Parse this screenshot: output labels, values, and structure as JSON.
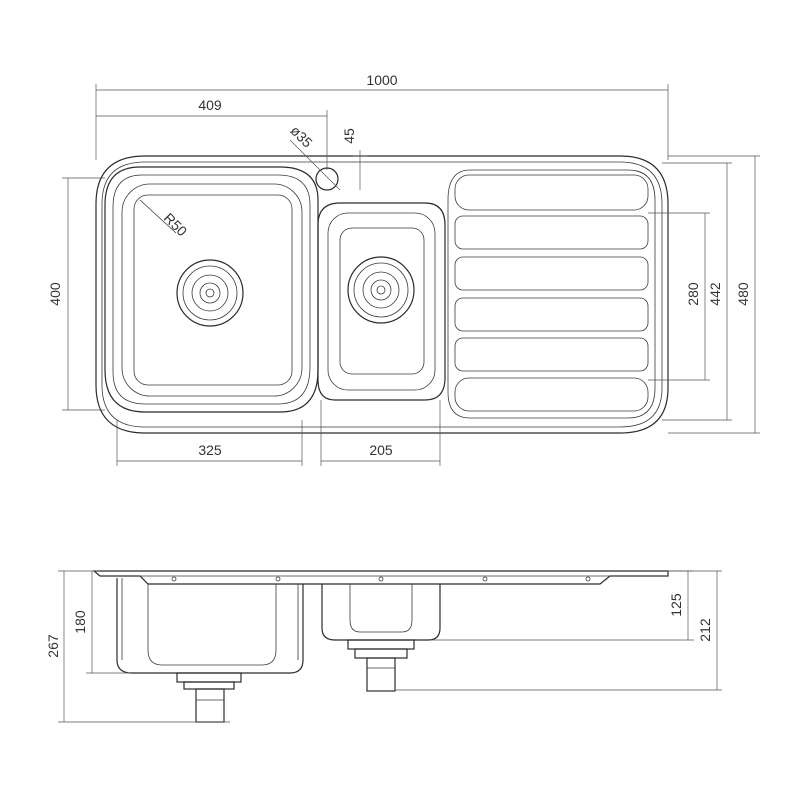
{
  "dimensions": {
    "overall_width": "1000",
    "tap_offset": "409",
    "tap_diameter": "ø35",
    "tap_from_back": "45",
    "corner_radius": "R50",
    "bowl_depth_front": "400",
    "bowl_large_width": "325",
    "bowl_small_width": "205",
    "drainer_length": "280",
    "inner_length": "442",
    "overall_length": "480",
    "large_bowl_depth": "180",
    "overall_depth": "267",
    "small_bowl_depth": "125",
    "small_overall_depth": "212"
  },
  "drainer_ribs": 6
}
